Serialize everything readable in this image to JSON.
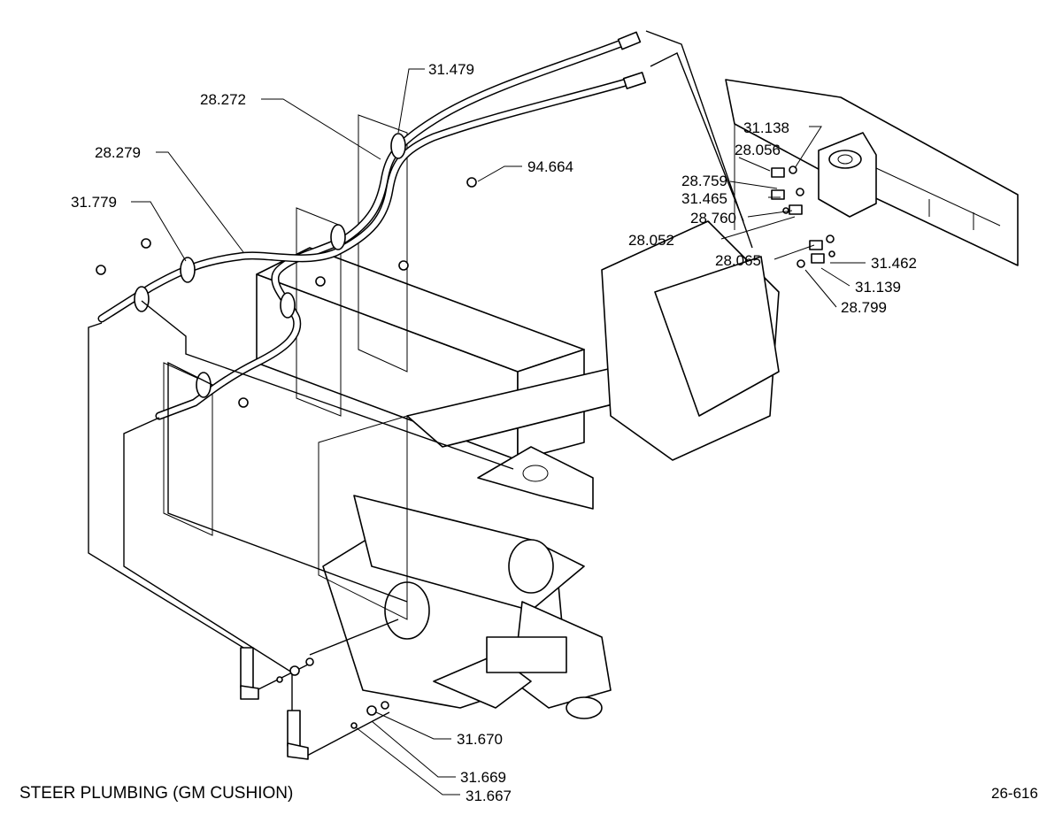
{
  "diagram": {
    "title": "STEER PLUMBING (GM CUSHION)",
    "page_number": "26-616",
    "callouts": [
      "31.479",
      "28.272",
      "28.279",
      "94.664",
      "31.779",
      "31.138",
      "28.056",
      "28.759",
      "31.465",
      "28.760",
      "28.052",
      "28.065",
      "31.462",
      "31.139",
      "28.799",
      "31.670",
      "31.669",
      "31.667"
    ]
  }
}
